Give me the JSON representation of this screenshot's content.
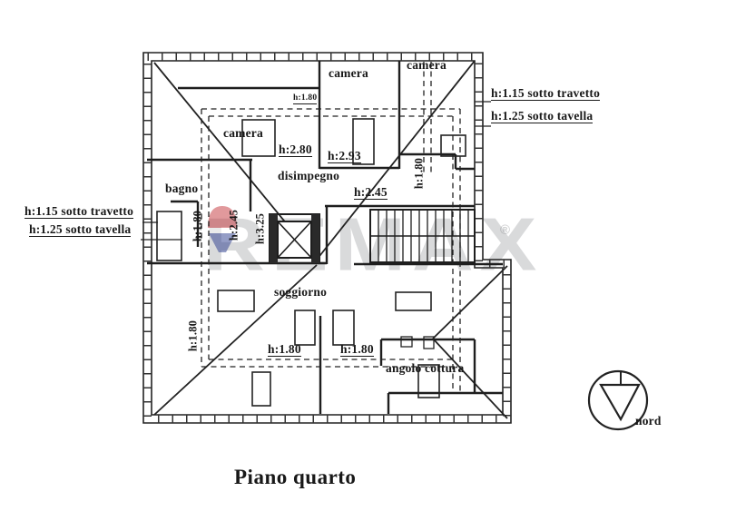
{
  "page": {
    "title": "Piano quarto"
  },
  "labels": {
    "camera_top": "camera",
    "camera_right": "camera",
    "camera_left": "camera",
    "bagno": "bagno",
    "disimpegno": "disimpegno",
    "soggiorno": "soggiorno",
    "angolo_cottura": "angolo cottura",
    "h180_ridge": "h:1.80",
    "h280": "h:2.80",
    "h293": "h:2.93",
    "h245_stairs": "h:2.45",
    "h245_lift": "h:2.45",
    "h325_lift": "h:3.25",
    "h180_bagno": "h:1.80",
    "h180_camera_right": "h:1.80",
    "h180_soggiorno_left": "h:1.80",
    "h180_soggiorno_1": "h:1.80",
    "h180_soggiorno_2": "h:1.80",
    "annot_right_1": "h:1.15 sotto travetto",
    "annot_right_2": "h:1.25 sotto tavella",
    "annot_left_1": "h:1.15 sotto travetto",
    "annot_left_2": "h:1.25 sotto tavella",
    "nord": "nord",
    "title": "Piano quarto",
    "watermark": "REMAX",
    "watermark_reg": "®"
  },
  "colors": {
    "line": "#222222",
    "watermark_gray": "#85878c",
    "balloon_red": "#c5353b",
    "balloon_blue": "#2c3d8f"
  }
}
